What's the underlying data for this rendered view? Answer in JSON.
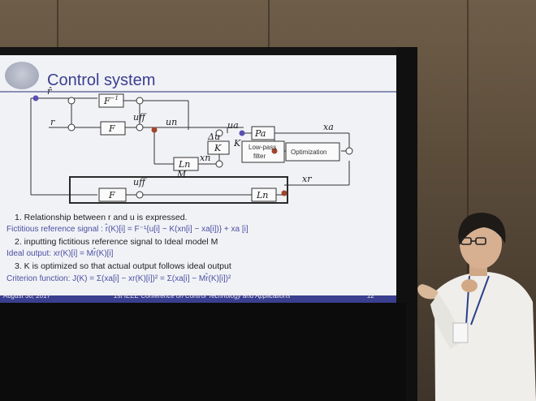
{
  "slide": {
    "title": "Control system",
    "diagram": {
      "labels": {
        "r_hat": "r̂",
        "r": "r",
        "F_inv": "F",
        "F_inv_sup": "−1",
        "F": "F",
        "u_ff": "uff",
        "u_n": "un",
        "u_a": "ua",
        "P_a": "Pa",
        "delta_u": "Δu",
        "K": "K",
        "K_side": "K",
        "lowpass_1": "Low-pass",
        "lowpass_2": "filter",
        "optimization": "Optimization",
        "x_a": "xa",
        "L_n": "Ln",
        "x_n": "xn",
        "M": "M",
        "F_ideal": "F",
        "u_ff_ideal": "uff",
        "L_n_ideal": "Ln",
        "x_r": "xr"
      }
    },
    "items": [
      {
        "text": "1.     Relationship between r and u is expressed."
      },
      {
        "text": "Fictitious reference signal : r̂(K)[i] = F⁻¹{u[i] − K(xn[i] − xa[i])} + xa [i]"
      },
      {
        "text": "2.     inputting fictitious reference signal to Ideal model M"
      },
      {
        "text": "Ideal output: xr(K)[i] = Mr̂(K)[i]"
      },
      {
        "text": "3.     K is optimized so that actual output follows ideal output"
      },
      {
        "text": "Criterion function: J(K) = Σ(xa[i] − xr(K)[i])² = Σ(xa[i] − Mr̂(K)[i])²"
      }
    ],
    "footer": {
      "date": "August 30, 2017",
      "conference": "1st IEEE Conference on Control Technology and Applications",
      "page": "12"
    }
  }
}
